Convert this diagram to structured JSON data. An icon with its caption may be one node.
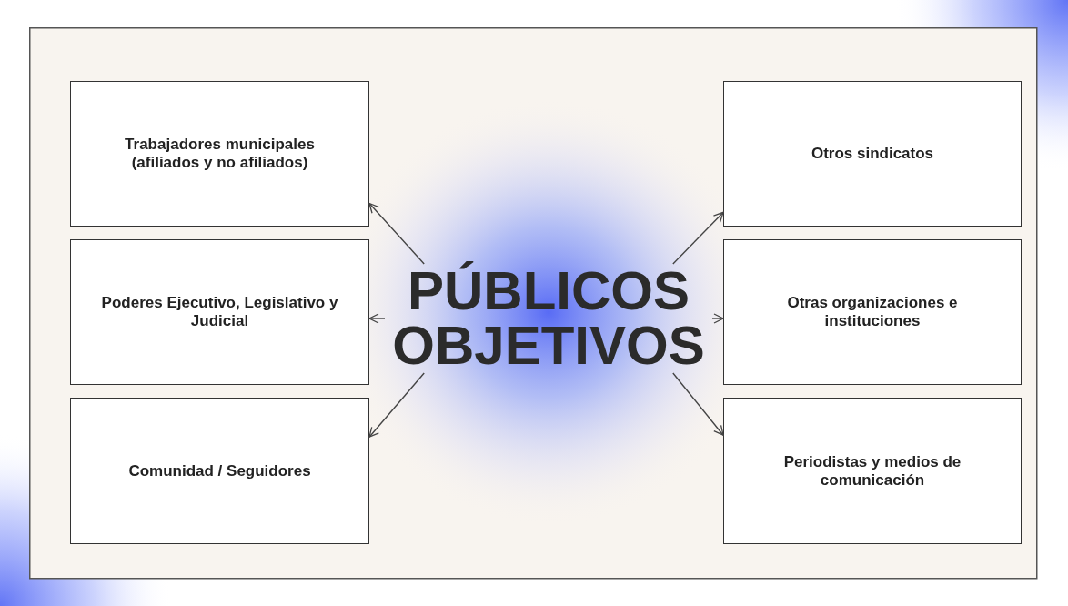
{
  "diagram": {
    "nodes": [
      {
        "text": [
          "Trabajadores municipales (afiliados y no afiliados)"
        ]
      },
      {
        "text": [
          "Otros sindicatos"
        ]
      },
      {
        "text": [
          "Poderes Ejecutivo, Legislativo y Judicial"
        ]
      },
      {
        "text": [
          "Otras organizaciones e instituciones"
        ]
      },
      {
        "text": [
          "PÚBLICOS OBJETIVOS"
        ]
      },
      {
        "text": [
          "Comunidad / Seguidores"
        ]
      },
      {
        "text": [
          "Periodistas y medios de comunicación"
        ]
      }
    ],
    "edges": [
      {
        "from": 4,
        "to": 0,
        "arrow": "to"
      },
      {
        "from": 4,
        "to": 1,
        "arrow": "to"
      },
      {
        "from": 4,
        "to": 2,
        "arrow": "to"
      },
      {
        "from": 4,
        "to": 3,
        "arrow": "to"
      },
      {
        "from": 4,
        "to": 5,
        "arrow": "to"
      },
      {
        "from": 4,
        "to": 6,
        "arrow": "to"
      }
    ]
  }
}
